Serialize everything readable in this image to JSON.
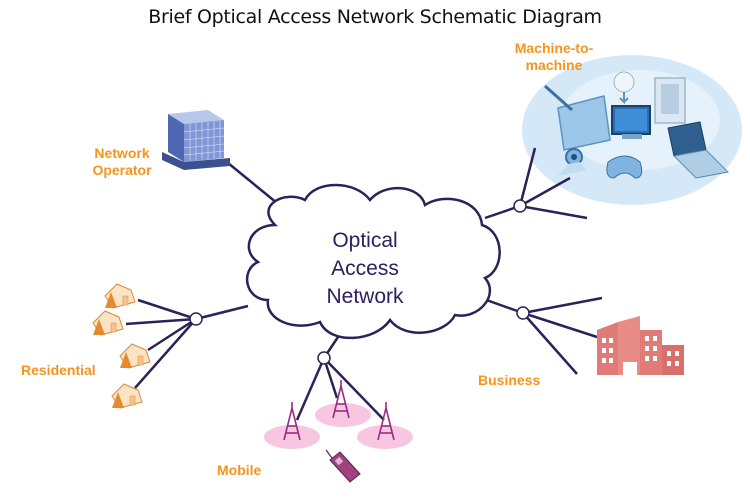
{
  "title": "Brief Optical Access Network Schematic Diagram",
  "cloud": {
    "lines": [
      "Optical",
      "Access",
      "Network"
    ]
  },
  "labels": {
    "network_operator": [
      "Network",
      "Operator"
    ],
    "machine_to_machine": [
      "Machine-to-",
      "machine"
    ],
    "residential": "Residential",
    "business": "Business",
    "mobile": "Mobile"
  },
  "colors": {
    "line": "#2b2257",
    "label": "#f7941d",
    "house": "#f0a050",
    "business": "#e07b78",
    "tower": "#9b2c7e",
    "tower_zone": "#f7c6e0",
    "m2m_bg": "#cfe6f7",
    "operator": "#6f86c6"
  },
  "nodes": [
    "network-operator",
    "machine-to-machine",
    "residential",
    "business",
    "mobile"
  ]
}
